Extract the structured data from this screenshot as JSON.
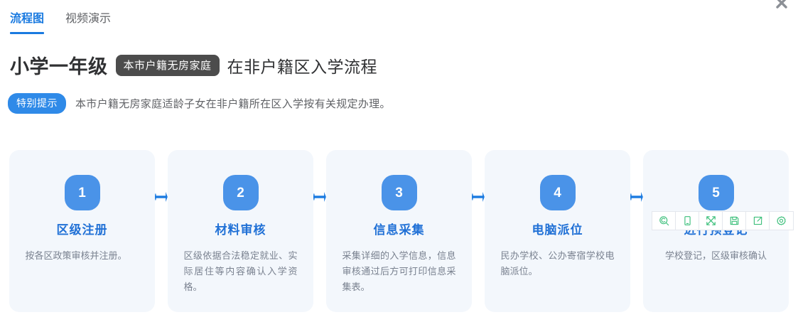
{
  "window": {
    "close_label": "×",
    "close_icon": "close-icon"
  },
  "tabs": [
    {
      "label": "流程图",
      "active": true
    },
    {
      "label": "视频演示",
      "active": false
    }
  ],
  "header": {
    "title_main": "小学一年级",
    "title_chip": "本市户籍无房家庭",
    "title_tail": "在非户籍区入学流程",
    "notice_badge": "特别提示",
    "notice_text": "本市户籍无房家庭适龄子女在非户籍所在区入学按有关规定办理。"
  },
  "flow": {
    "steps": [
      {
        "number": "1",
        "title": "区级注册",
        "desc": "按各区政策审核并注册。",
        "desc_align": "short"
      },
      {
        "number": "2",
        "title": "材料审核",
        "desc": "区级依据合法稳定就业、实际居住等内容确认入学资格。",
        "desc_align": "justify"
      },
      {
        "number": "3",
        "title": "信息采集",
        "desc": "采集详细的入学信息，信息审核通过后方可打印信息采集表。",
        "desc_align": "justify"
      },
      {
        "number": "4",
        "title": "电脑派位",
        "desc": "民办学校、公办寄宿学校电脑派位。",
        "desc_align": "justify"
      },
      {
        "number": "5",
        "title": "进行预登记",
        "desc": "学校登记，区级审核确认",
        "desc_align": "center"
      }
    ]
  },
  "icon_toolbar": {
    "buttons": [
      {
        "name": "zoom-search-icon",
        "title": "缩放"
      },
      {
        "name": "mobile-preview-icon",
        "title": "移动端预览"
      },
      {
        "name": "fullscreen-expand-icon",
        "title": "全屏"
      },
      {
        "name": "save-floppy-icon",
        "title": "保存"
      },
      {
        "name": "share-export-icon",
        "title": "分享"
      },
      {
        "name": "gear-settings-icon",
        "title": "设置"
      }
    ]
  },
  "colors": {
    "accent_blue": "#1a7ae0",
    "step_blue": "#4a93e8",
    "title_blue": "#2171d6",
    "card_bg": "#f3f7fc",
    "chip_dark": "#4c4c4c",
    "badge_blue": "#2f8ae8",
    "toolbar_green": "#3bbf7a",
    "text_gray": "#606266",
    "desc_gray": "#7a8290"
  }
}
